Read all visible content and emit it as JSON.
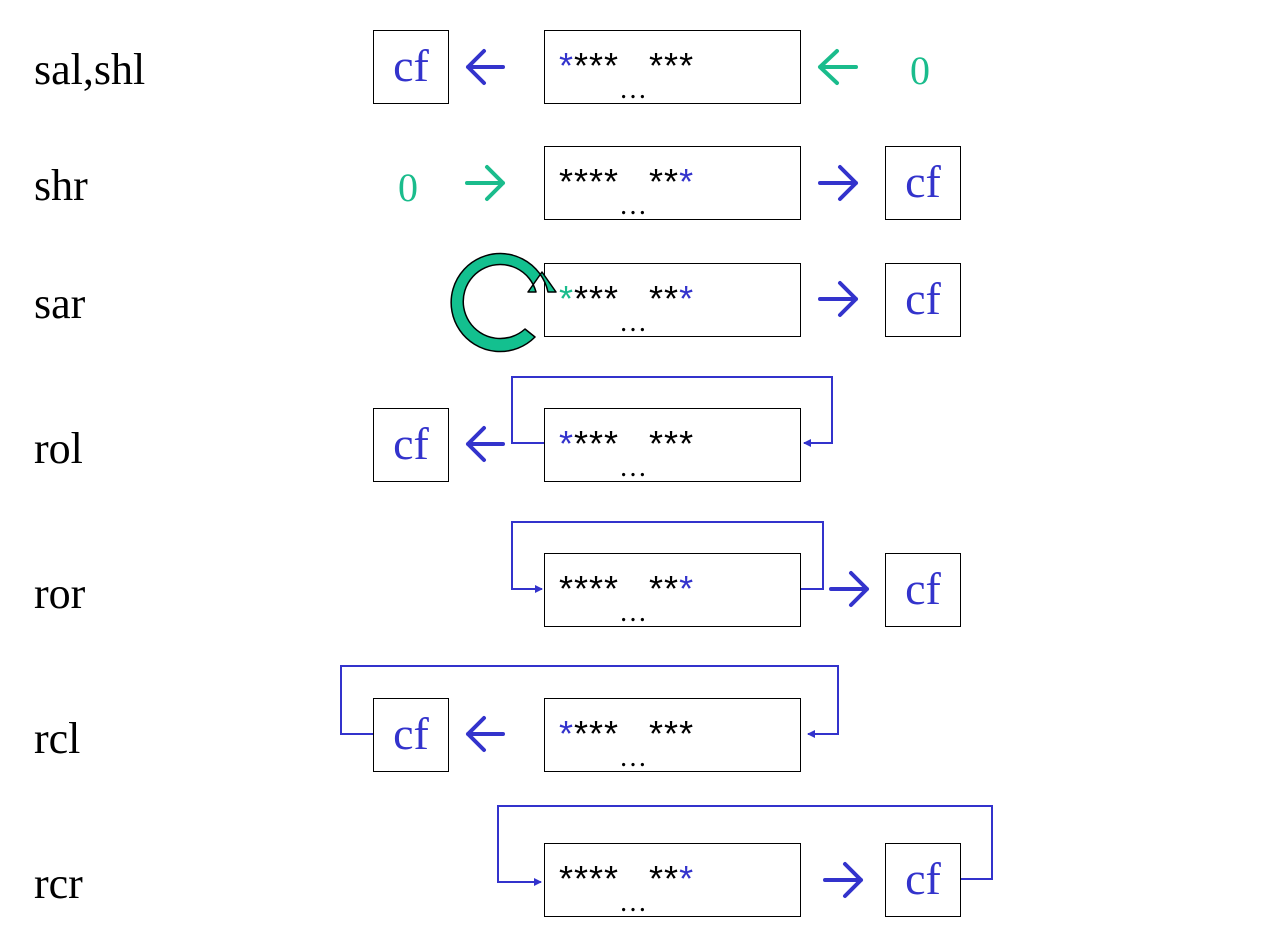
{
  "colors": {
    "blue": "#3333cc",
    "green": "#1abc8c",
    "black": "#000000"
  },
  "rows": [
    {
      "label": "sal,shl",
      "cf": "cf",
      "first": "*",
      "mid": "***",
      "dots": "…",
      "end": "**",
      "last": "*",
      "zero": "0"
    },
    {
      "label": "shr",
      "cf": "cf",
      "first": "*",
      "mid": "***",
      "dots": "…",
      "end": "**",
      "last": "*",
      "zero": "0"
    },
    {
      "label": "sar",
      "cf": "cf",
      "first": "*",
      "mid": "***",
      "dots": "…",
      "end": "**",
      "last": "*"
    },
    {
      "label": "rol",
      "cf": "cf",
      "first": "*",
      "mid": "***",
      "dots": "…",
      "end": "**",
      "last": "*"
    },
    {
      "label": "ror",
      "cf": "cf",
      "first": "*",
      "mid": "***",
      "dots": "…",
      "end": "**",
      "last": "*"
    },
    {
      "label": "rcl",
      "cf": "cf",
      "first": "*",
      "mid": "***",
      "dots": "…",
      "end": "**",
      "last": "*"
    },
    {
      "label": "rcr",
      "cf": "cf",
      "first": "*",
      "mid": "***",
      "dots": "…",
      "end": "**",
      "last": "*"
    }
  ]
}
